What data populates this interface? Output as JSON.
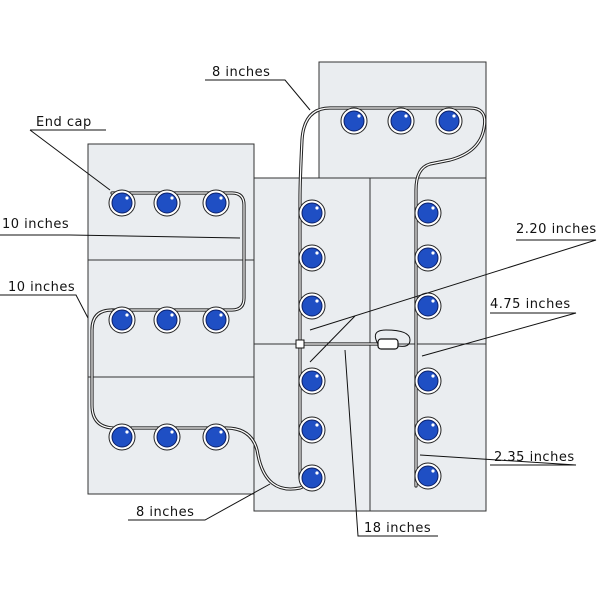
{
  "colors": {
    "panel": "#eaedf0",
    "light": "#1f4fc4",
    "line": "#222222"
  },
  "labels": {
    "end_cap": "End cap",
    "top_8in": "8 inches",
    "left_10in_top": "10 inches",
    "left_10in_mid": "10 inches",
    "bottom_8in": "8 inches",
    "r_220": "2.20 inches",
    "r_475": "4.75 inches",
    "r_235": "2.35 inches",
    "b_18in": "18 inches"
  }
}
